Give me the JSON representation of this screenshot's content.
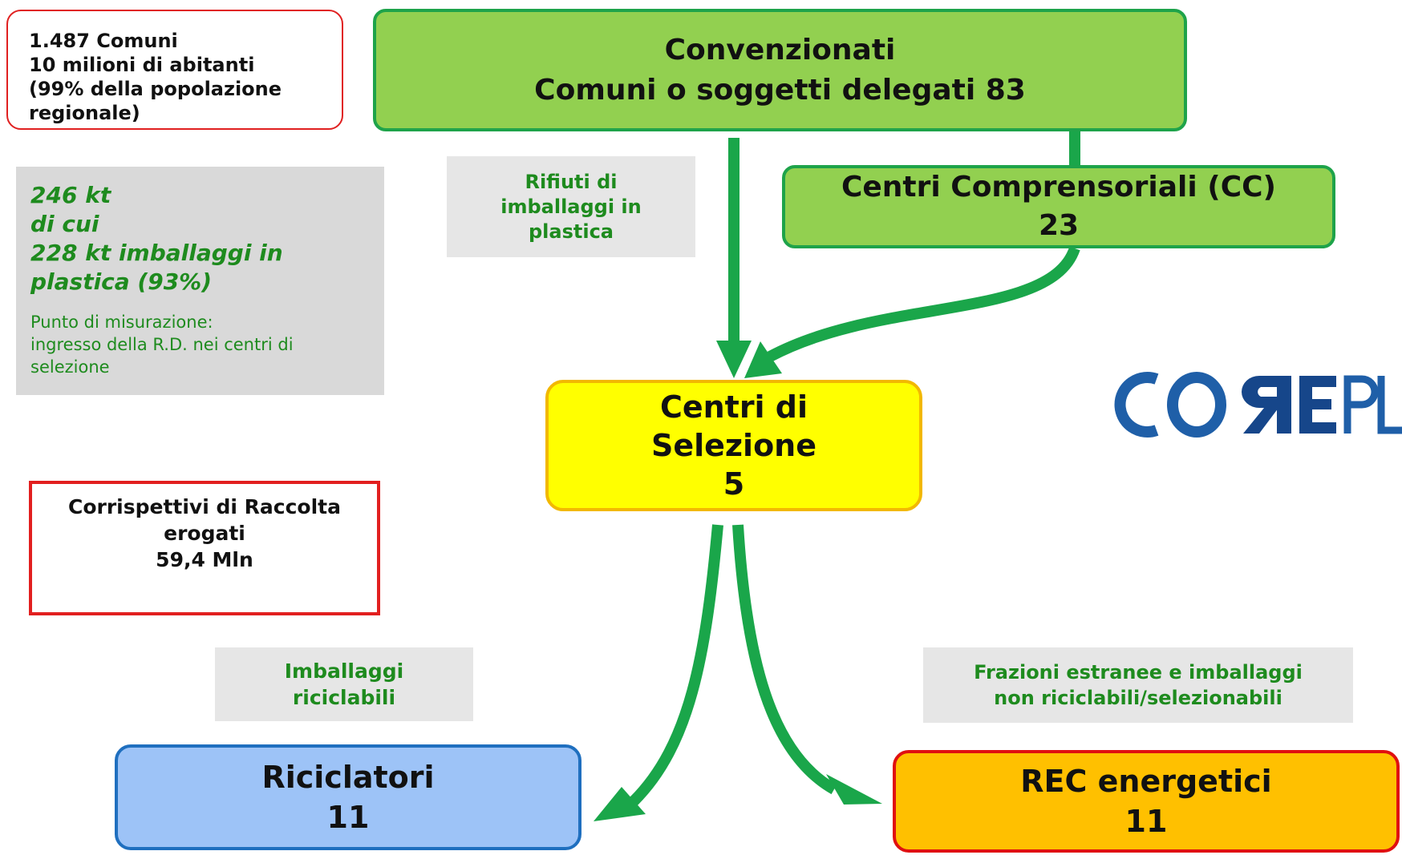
{
  "info": {
    "comuni": [
      "1.487 Comuni",
      "10 milioni di abitanti",
      "(99% della popolazione",
      "regionale)"
    ],
    "kt": [
      "246 kt",
      "di cui",
      "228 kt imballaggi in",
      "plastica (93%)"
    ],
    "misurazione": [
      "Punto di misurazione:",
      "ingresso della R.D. nei centri di",
      "selezione"
    ],
    "corrispettivi": [
      "Corrispettivi di Raccolta",
      "erogati",
      "59,4 Mln"
    ]
  },
  "nodes": {
    "convenzionati": [
      "Convenzionati",
      "Comuni o soggetti delegati 83"
    ],
    "centri_comprensoriali": [
      "Centri Comprensoriali (CC)",
      "23"
    ],
    "centri_selezione": [
      "Centri di",
      "Selezione",
      "5"
    ],
    "riciclatori": [
      "Riciclatori",
      "11"
    ],
    "rec_energetici": [
      "REC energetici",
      "11"
    ]
  },
  "labels": {
    "rifiuti": [
      "Rifiuti di",
      "imballaggi in",
      "plastica"
    ],
    "riciclabili": [
      "Imballaggi",
      "riciclabili"
    ],
    "frazioni": [
      "Frazioni estranee e imballaggi",
      "non riciclabili/selezionabili"
    ]
  },
  "logo": {
    "text": "COREPLA"
  },
  "colors": {
    "arrow": "#1aa64a",
    "green_box": "#92d050",
    "yellow_box": "#ffff00",
    "blue_box": "#9dc3f7",
    "orange_box": "#ffc000",
    "label_text": "#1e8b1e",
    "logo_blue": "#1f5fa8"
  }
}
